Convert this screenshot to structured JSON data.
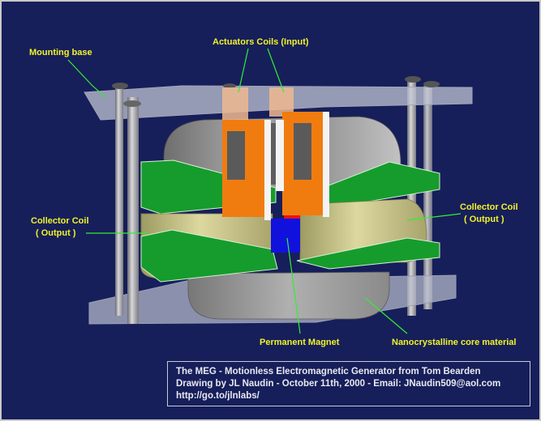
{
  "labels": {
    "mounting_base": "Mounting base",
    "actuators": "Actuators Coils (Input)",
    "collector_left": [
      "Collector Coil",
      "( Output )"
    ],
    "collector_right": [
      "Collector Coil",
      "( Output )"
    ],
    "magnet": "Permanent Magnet",
    "core": "Nanocrystalline core material"
  },
  "caption": {
    "line1": "The MEG - Motionless Electromagnetic Generator from Tom Bearden",
    "line2": "Drawing by JL Naudin - October 11th, 2000 - Email: JNaudin509@aol.com",
    "line3": "http://go.to/jlnlabs/"
  },
  "colors": {
    "background": "#161f5a",
    "label": "#f2f22a",
    "leader": "#33ee33",
    "core": "#8c8c8c",
    "collector_coil": "#c8c487",
    "pcb": "#169c2c",
    "actuator": "#f07c10",
    "magnet_north": "#ee1111",
    "magnet_south": "#1111dd"
  }
}
